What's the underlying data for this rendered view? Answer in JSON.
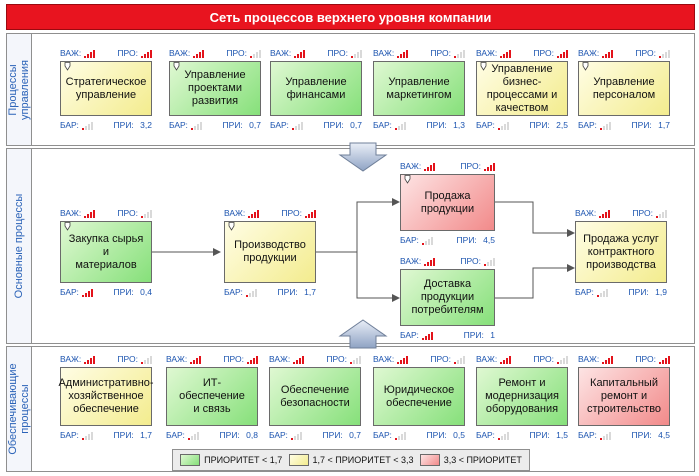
{
  "title": "Сеть процессов верхнего уровня компании",
  "labels": {
    "imp": "ВАЖ:",
    "pro": "ПРО:",
    "bar": "БАР:",
    "pri": "ПРИ:"
  },
  "colors": {
    "green": "#86e07a",
    "yellow": "#f3ec8e",
    "red": "#f28a8a",
    "accent": "#e8141f",
    "bar_on": "#e3131b",
    "bar_off": "#d9d9d9",
    "metric_text": "#1d55b0"
  },
  "lanes": [
    {
      "id": "management",
      "label": "Процессы\nуправления",
      "processes": [
        {
          "id": "strategic",
          "name": "Стратегическое\nуправление",
          "color": "yellow",
          "imp": 4,
          "pro": 4,
          "bar": 1,
          "pri": "3,2"
        },
        {
          "id": "projects",
          "name": "Управление\nпроектами\nразвития",
          "color": "green",
          "imp": 4,
          "pro": 1,
          "bar": 1,
          "pri": "0,7"
        },
        {
          "id": "finance",
          "name": "Управление\nфинансами",
          "color": "green",
          "imp": 4,
          "pro": 1,
          "bar": 1,
          "pri": "0,7"
        },
        {
          "id": "marketing",
          "name": "Управление\nмаркетингом",
          "color": "green",
          "imp": 4,
          "pro": 1,
          "bar": 1,
          "pri": "1,3"
        },
        {
          "id": "bpm",
          "name": "Управление\nбизнес-\nпроцессами и\nкачеством",
          "color": "yellow",
          "imp": 4,
          "pro": 4,
          "bar": 1,
          "pri": "2,5"
        },
        {
          "id": "hr",
          "name": "Управление\nперсоналом",
          "color": "yellow",
          "imp": 4,
          "pro": 1,
          "bar": 1,
          "pri": "1,7"
        }
      ]
    },
    {
      "id": "core",
      "label": "Основные процессы",
      "processes": [
        {
          "id": "purchase",
          "name": "Закупка сырья и\nматериалов",
          "color": "green",
          "imp": 4,
          "pro": 1,
          "bar": 4,
          "pri": "0,4"
        },
        {
          "id": "production",
          "name": "Производство\nпродукции",
          "color": "yellow",
          "imp": 4,
          "pro": 4,
          "bar": 1,
          "pri": "1,7"
        },
        {
          "id": "sales",
          "name": "Продажа\nпродукции",
          "color": "red",
          "imp": 4,
          "pro": 4,
          "bar": 1,
          "pri": "4,5"
        },
        {
          "id": "delivery",
          "name": "Доставка\nпродукции\nпотребителям",
          "color": "green",
          "imp": 4,
          "pro": 1,
          "bar": 4,
          "pri": "1"
        },
        {
          "id": "contract",
          "name": "Продажа услуг\nконтрактного\nпроизводства",
          "color": "yellow",
          "imp": 4,
          "pro": 1,
          "bar": 1,
          "pri": "1,9"
        }
      ]
    },
    {
      "id": "support",
      "label": "Обеспечивающие\nпроцессы",
      "processes": [
        {
          "id": "admin",
          "name": "Административно-\nхозяйственное\nобеспечение",
          "color": "yellow",
          "imp": 4,
          "pro": 1,
          "bar": 1,
          "pri": "1,7"
        },
        {
          "id": "it",
          "name": "ИТ-обеспечение\nи связь",
          "color": "green",
          "imp": 4,
          "pro": 4,
          "bar": 1,
          "pri": "0,8"
        },
        {
          "id": "security",
          "name": "Обеспечение\nбезопасности",
          "color": "green",
          "imp": 4,
          "pro": 1,
          "bar": 1,
          "pri": "0,7"
        },
        {
          "id": "legal",
          "name": "Юридическое\nобеспечение",
          "color": "green",
          "imp": 4,
          "pro": 1,
          "bar": 1,
          "pri": "0,5"
        },
        {
          "id": "repair",
          "name": "Ремонт и\nмодернизация\nоборудования",
          "color": "green",
          "imp": 4,
          "pro": 1,
          "bar": 1,
          "pri": "1,5"
        },
        {
          "id": "capital",
          "name": "Капитальный\nремонт и\nстроительство",
          "color": "red",
          "imp": 4,
          "pro": 4,
          "bar": 1,
          "pri": "4,5"
        }
      ]
    }
  ],
  "legend": [
    {
      "color": "green",
      "label": "ПРИОРИТЕТ < 1,7"
    },
    {
      "color": "yellow",
      "label": "1,7 < ПРИОРИТЕТ < 3,3"
    },
    {
      "color": "red",
      "label": "3,3 < ПРИОРИТЕТ"
    }
  ]
}
